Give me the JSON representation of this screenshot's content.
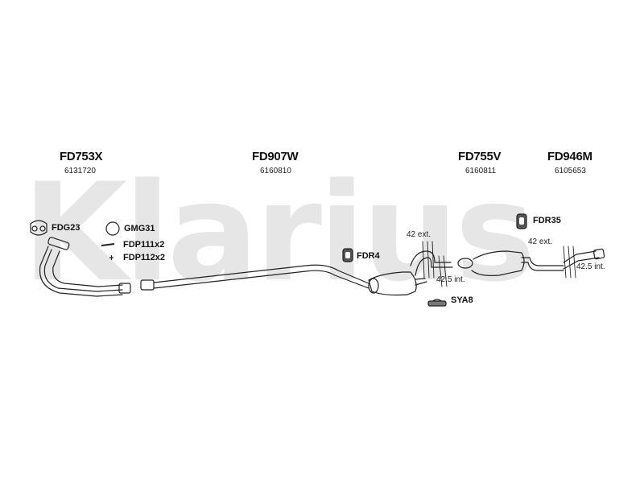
{
  "watermark": "Klarius",
  "assemblies": [
    {
      "code": "FD753X",
      "number": "6131720"
    },
    {
      "code": "FD907W",
      "number": "6160810"
    },
    {
      "code": "FD755V",
      "number": "6160811"
    },
    {
      "code": "FD946M",
      "number": "6105653"
    }
  ],
  "parts": [
    {
      "label": "FDG23"
    },
    {
      "label": "GMG31"
    },
    {
      "label": "FDP111x2"
    },
    {
      "label": "FDP112x2"
    },
    {
      "label": "FDR4"
    },
    {
      "label": "FDR35"
    },
    {
      "label": "SYA8"
    }
  ],
  "dimensions": [
    {
      "label": "42 ext."
    },
    {
      "label": "42.5 int."
    },
    {
      "label": "42 ext."
    },
    {
      "label": "42.5 int."
    }
  ]
}
